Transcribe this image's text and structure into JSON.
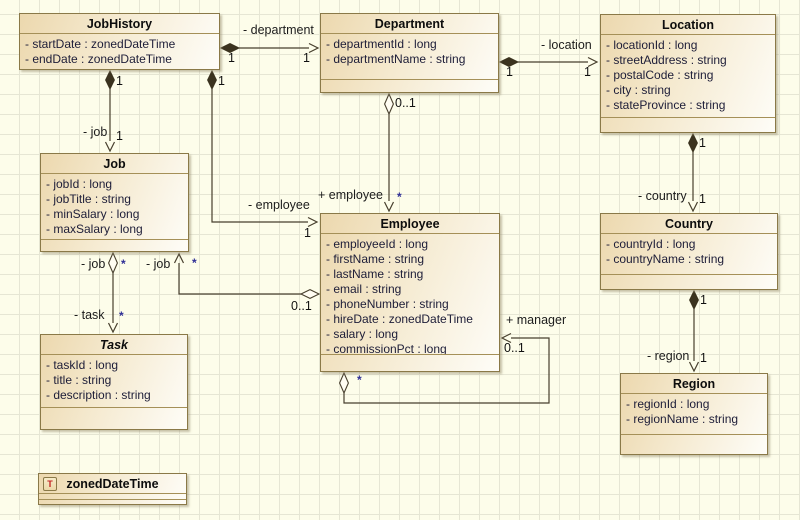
{
  "entities": {
    "jobHistory": {
      "title": "JobHistory",
      "attributes": [
        "- startDate : zonedDateTime",
        "- endDate : zonedDateTime"
      ]
    },
    "department": {
      "title": "Department",
      "attributes": [
        "- departmentId : long",
        "- departmentName : string"
      ]
    },
    "location": {
      "title": "Location",
      "attributes": [
        "- locationId : long",
        "- streetAddress : string",
        "- postalCode : string",
        "- city : string",
        "- stateProvince : string"
      ]
    },
    "job": {
      "title": "Job",
      "attributes": [
        "- jobId : long",
        "- jobTitle : string",
        "- minSalary : long",
        "- maxSalary : long"
      ]
    },
    "employee": {
      "title": "Employee",
      "attributes": [
        "- employeeId : long",
        "- firstName : string",
        "- lastName : string",
        "- email : string",
        "- phoneNumber : string",
        "- hireDate : zonedDateTime",
        "- salary : long",
        "- commissionPct : long"
      ]
    },
    "country": {
      "title": "Country",
      "attributes": [
        "- countryId : long",
        "- countryName : string"
      ]
    },
    "task": {
      "title": "Task",
      "attributes": [
        "- taskId : long",
        "- title : string",
        "- description : string"
      ]
    },
    "region": {
      "title": "Region",
      "attributes": [
        "- regionId : long",
        "- regionName : string"
      ]
    },
    "zonedDateTime": {
      "title": "zonedDateTime",
      "icon": "T"
    }
  },
  "connections": {
    "jobhistoryDepartment": {
      "label": "- department",
      "sourceMult": "1",
      "targetMult": "1"
    },
    "departmentLocation": {
      "label": "- location",
      "sourceMult": "1",
      "targetMult": "1"
    },
    "locationCountry": {
      "label": "- country",
      "sourceMult": "1",
      "targetMult": "1"
    },
    "countryRegion": {
      "label": "- region",
      "sourceMult": "1",
      "targetMult": "1"
    },
    "jobhistoryJob": {
      "label": "- job",
      "sourceMult": "1",
      "targetMult": "1"
    },
    "jobhistoryEmployee": {
      "label": "- employee",
      "sourceMult": "1",
      "targetMult": "1"
    },
    "departmentEmployee": {
      "label": "+ employee",
      "sourceMult": "0..1",
      "targetMult": "*"
    },
    "employeeJob": {
      "label": "- job",
      "sourceMult": "0..1",
      "targetMult": "*"
    },
    "jobTask": {
      "sourceLabel": "- job",
      "sourceMult": "*",
      "targetLabel": "- task",
      "targetMult": "*"
    },
    "employeeManager": {
      "label": "+ manager",
      "sourceMult": "*",
      "targetMult": "0..1"
    }
  },
  "colors": {
    "background": "#fdfdea",
    "grid": "#e6e6d4",
    "boxBorder": "#8a7948",
    "boxFillStart": "#ecd8ae",
    "boxFillEnd": "#fefdf8",
    "wire": "#473f2d",
    "attributeText": "#1d1d38",
    "starMultiplicity": "#2f2f96",
    "typeIconLetter": "#c42222"
  }
}
